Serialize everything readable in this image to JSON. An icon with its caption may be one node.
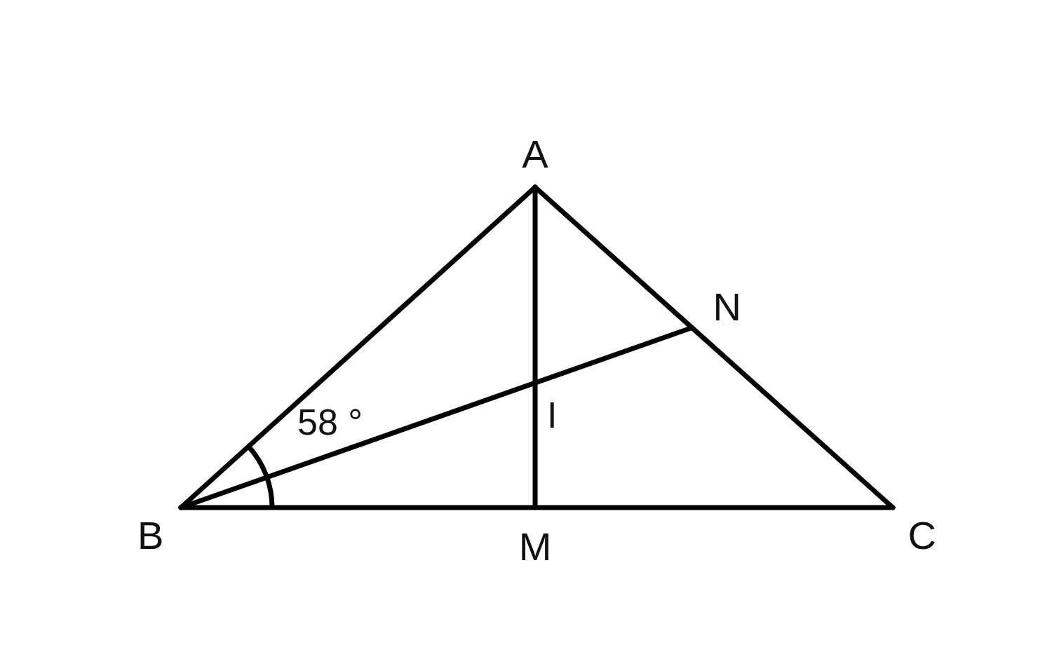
{
  "diagram": {
    "nodes": [
      {
        "text": [
          "A"
        ]
      },
      {
        "text": [
          "N"
        ]
      },
      {
        "text": [
          "B"
        ]
      },
      {
        "text": [
          "M"
        ]
      },
      {
        "text": [
          "C"
        ]
      }
    ],
    "edges": [
      {
        "from": 2,
        "to": 0,
        "arrow": "none"
      },
      {
        "from": 0,
        "to": 4,
        "arrow": "none"
      },
      {
        "from": 2,
        "to": 4,
        "arrow": "none"
      },
      {
        "from": 0,
        "to": 3,
        "arrow": "none"
      },
      {
        "from": 2,
        "to": 1,
        "arrow": "none"
      }
    ],
    "labels": [
      "58 °",
      "I"
    ]
  }
}
